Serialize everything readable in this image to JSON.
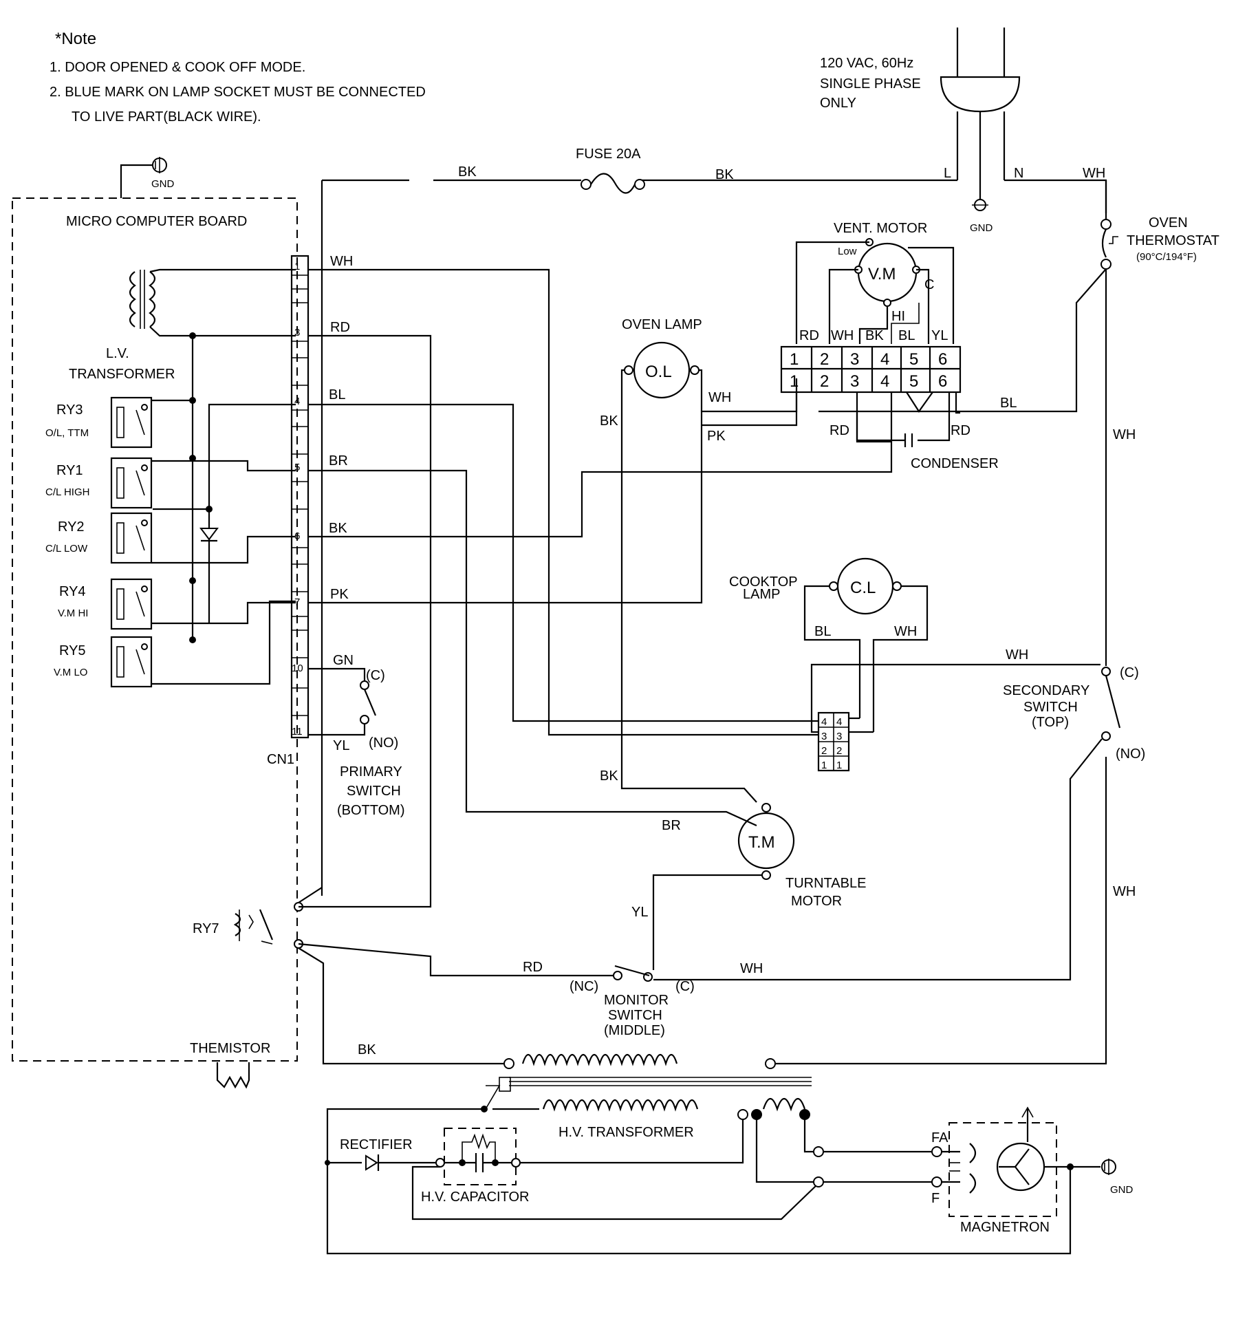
{
  "notes": {
    "title": "*Note",
    "line1": "1. DOOR OPENED & COOK OFF MODE.",
    "line2": "2. BLUE MARK ON LAMP SOCKET MUST BE CONNECTED",
    "line3": "TO LIVE PART(BLACK WIRE)."
  },
  "power": {
    "line1": "120 VAC, 60Hz",
    "line2": "SINGLE PHASE",
    "line3": "ONLY",
    "live": "L",
    "neutral": "N",
    "gnd": "GND"
  },
  "fuse": "FUSE 20A",
  "board": {
    "title": "MICRO COMPUTER BOARD",
    "gnd": "GND",
    "lv_transformer": [
      "L.V.",
      "TRANSFORMER"
    ],
    "relays": [
      {
        "name": "RY3",
        "desc": "O/L, TTM"
      },
      {
        "name": "RY1",
        "desc": "C/L HIGH"
      },
      {
        "name": "RY2",
        "desc": "C/L LOW"
      },
      {
        "name": "RY4",
        "desc": "V.M HI"
      },
      {
        "name": "RY5",
        "desc": "V.M LO"
      }
    ],
    "ry7": "RY7",
    "connector": "CN1",
    "pins": [
      "1",
      "3",
      "4",
      "5",
      "6",
      "7",
      "10",
      "11"
    ],
    "thermistor": "THEMISTOR"
  },
  "wires": {
    "bk": "BK",
    "wh": "WH",
    "rd": "RD",
    "bl": "BL",
    "br": "BR",
    "pk": "PK",
    "gn": "GN",
    "yl": "YL"
  },
  "primary_switch": {
    "c": "(C)",
    "no": "(NO)",
    "label": [
      "PRIMARY",
      "SWITCH",
      "(BOTTOM)"
    ]
  },
  "oven_lamp": {
    "title": "OVEN LAMP",
    "symbol": "O.L"
  },
  "vent_motor": {
    "title": "VENT. MOTOR",
    "symbol": "V.M",
    "low": "Low",
    "hi": "HI",
    "c": "C",
    "wire_labels": [
      "RD",
      "WH",
      "BK",
      "BL",
      "YL"
    ],
    "terminals": [
      "1",
      "2",
      "3",
      "4",
      "5",
      "6"
    ]
  },
  "condenser": "CONDENSER",
  "oven_thermostat": {
    "line1": "OVEN",
    "line2": "THERMOSTAT",
    "rating": "(90°C/194°F)"
  },
  "cooktop_lamp": {
    "label": [
      "COOKTOP",
      "LAMP"
    ],
    "symbol": "C.L"
  },
  "small_connector": [
    "4",
    "3",
    "2",
    "1"
  ],
  "secondary_switch": {
    "c": "(C)",
    "no": "(NO)",
    "label": [
      "SECONDARY",
      "SWITCH",
      "(TOP)"
    ]
  },
  "turntable_motor": {
    "symbol": "T.M",
    "label": [
      "TURNTABLE",
      "MOTOR"
    ]
  },
  "monitor_switch": {
    "nc": "(NC)",
    "c": "(C)",
    "label": [
      "MONITOR",
      "SWITCH",
      "(MIDDLE)"
    ]
  },
  "hv": {
    "transformer": "H.V. TRANSFORMER",
    "rectifier": "RECTIFIER",
    "capacitor": "H.V. CAPACITOR",
    "magnetron": "MAGNETRON",
    "fa": "FA",
    "f": "F",
    "gnd": "GND"
  }
}
